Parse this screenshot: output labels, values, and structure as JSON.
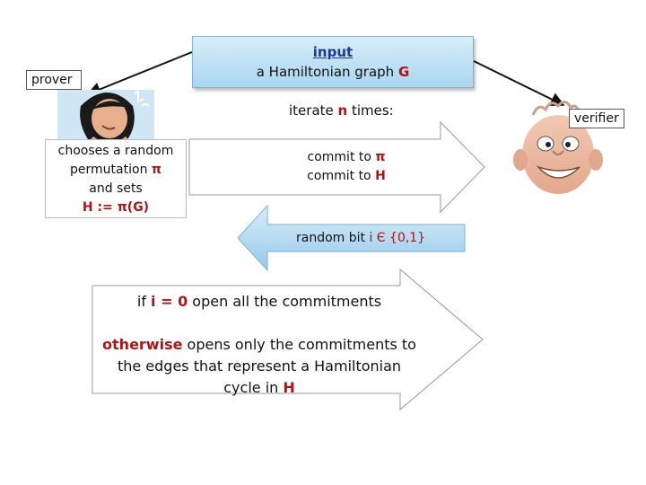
{
  "input": {
    "title": "input",
    "text_prefix": "a Hamiltonian graph ",
    "text_var": "G"
  },
  "prover": {
    "label": "prover"
  },
  "verifier": {
    "label": "verifier"
  },
  "iterate": {
    "prefix": "iterate ",
    "var": "n",
    "suffix": " times:"
  },
  "prover_text": {
    "line1": "chooses a random",
    "line2_prefix": "permutation ",
    "line2_var": "π",
    "line3": "and sets",
    "line4": "H := π(G)"
  },
  "commit": {
    "line1_prefix": "commit to ",
    "line1_var": "π",
    "line2_prefix": "commit to ",
    "line2_var": "H"
  },
  "random_bit": {
    "prefix": "random bit ",
    "var": "i Є {0,1}"
  },
  "response": {
    "line1_prefix": "if ",
    "line1_var": "i = 0",
    "line1_suffix": " open all the commitments",
    "line2_emph": "otherwise",
    "line2_rest": " opens only the commitments to",
    "line3": "the edges that represent a Hamiltonian",
    "line4_prefix": "cycle in ",
    "line4_var": "H"
  },
  "colors": {
    "accent_red": "#b01515",
    "arrow_blue": "#a9d6f0",
    "title_blue": "#1a3a9a"
  }
}
